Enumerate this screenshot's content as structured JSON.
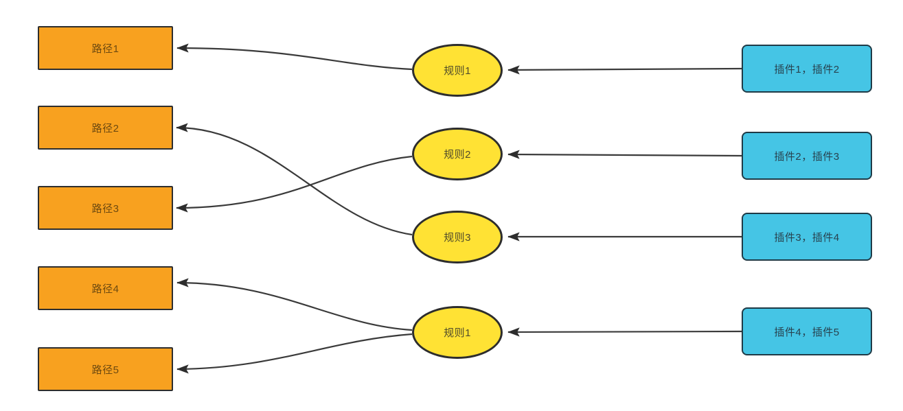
{
  "colors": {
    "background": "#ffffff",
    "line": "#3a3a3a",
    "node_border": "#2d2d2d",
    "path_fill": "#f8a11f",
    "path_text": "#6e4a10",
    "rule_fill": "#ffe234",
    "rule_text": "#4f4a2a",
    "plugin_fill": "#45c5e5",
    "plugin_border": "#1f3a46",
    "plugin_text": "#28424f"
  },
  "nodes": {
    "paths": [
      {
        "id": "path-1",
        "label": "路径1"
      },
      {
        "id": "path-2",
        "label": "路径2"
      },
      {
        "id": "path-3",
        "label": "路径3"
      },
      {
        "id": "path-4",
        "label": "路径4"
      },
      {
        "id": "path-5",
        "label": "路径5"
      }
    ],
    "rules": [
      {
        "id": "rule-1",
        "label": "规则1"
      },
      {
        "id": "rule-2",
        "label": "规则2"
      },
      {
        "id": "rule-3",
        "label": "规则3"
      },
      {
        "id": "rule-4",
        "label": "规则1"
      }
    ],
    "plugins": [
      {
        "id": "plugin-1",
        "label": "插件1，插件2"
      },
      {
        "id": "plugin-2",
        "label": "插件2，插件3"
      },
      {
        "id": "plugin-3",
        "label": "插件3，插件4"
      },
      {
        "id": "plugin-4",
        "label": "插件4，插件5"
      }
    ]
  },
  "edges": [
    {
      "from": "plugin-1",
      "to": "rule-1"
    },
    {
      "from": "plugin-2",
      "to": "rule-2"
    },
    {
      "from": "plugin-3",
      "to": "rule-3"
    },
    {
      "from": "plugin-4",
      "to": "rule-4"
    },
    {
      "from": "rule-1",
      "to": "path-1"
    },
    {
      "from": "rule-2",
      "to": "path-3"
    },
    {
      "from": "rule-3",
      "to": "path-2"
    },
    {
      "from": "rule-4",
      "to": "path-4"
    },
    {
      "from": "rule-4",
      "to": "path-5"
    }
  ]
}
